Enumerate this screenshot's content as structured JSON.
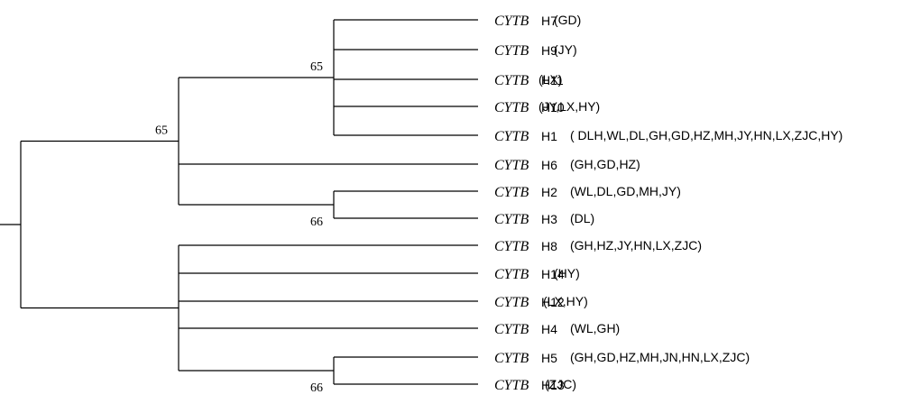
{
  "tree": {
    "leaves": [
      {
        "id": "H7",
        "gene": "CYTB",
        "hap": "H7",
        "pops": "(GD)"
      },
      {
        "id": "H9",
        "gene": "CYTB",
        "hap": "H9",
        "pops": "(JY)"
      },
      {
        "id": "H11",
        "gene": "CYTB",
        "hap": "H11",
        "pops": "(LX)"
      },
      {
        "id": "H10",
        "gene": "CYTB",
        "hap": "H10",
        "pops": "(JY,LX,HY)"
      },
      {
        "id": "H1",
        "gene": "CYTB",
        "hap": "H1",
        "pops": "( DLH,WL,DL,GH,GD,HZ,MH,JY,HN,LX,ZJC,HY)"
      },
      {
        "id": "H6",
        "gene": "CYTB",
        "hap": "H6",
        "pops": "(GH,GD,HZ)"
      },
      {
        "id": "H2",
        "gene": "CYTB",
        "hap": "H2",
        "pops": "(WL,DL,GD,MH,JY)"
      },
      {
        "id": "H3",
        "gene": "CYTB",
        "hap": "H3",
        "pops": "(DL)"
      },
      {
        "id": "H8",
        "gene": "CYTB",
        "hap": "H8",
        "pops": "(GH,HZ,JY,HN,LX,ZJC)"
      },
      {
        "id": "H14",
        "gene": "CYTB",
        "hap": "H14",
        "pops": "(HY)"
      },
      {
        "id": "H12",
        "gene": "CYTB",
        "hap": "H12",
        "pops": "(LX,HY)"
      },
      {
        "id": "H4",
        "gene": "CYTB",
        "hap": "H4",
        "pops": "(WL,GH)"
      },
      {
        "id": "H5",
        "gene": "CYTB",
        "hap": "H5",
        "pops": "(GH,GD,HZ,MH,JN,HN,LX,ZJC)"
      },
      {
        "id": "H13",
        "gene": "CYTB",
        "hap": "H13",
        "pops": "(ZJC)"
      }
    ],
    "root": {
      "children": [
        {
          "bootstrap": "65",
          "children": [
            {
              "bootstrap": "65",
              "children": [
                "H7",
                "H9",
                "H11",
                "H10",
                "H1"
              ]
            },
            "H6",
            {
              "bootstrap": "66",
              "children": [
                "H2",
                "H3"
              ]
            }
          ]
        },
        {
          "children": [
            "H8",
            "H14",
            "H12",
            "H4",
            {
              "bootstrap": "66",
              "children": [
                "H5",
                "H13"
              ]
            }
          ]
        }
      ]
    }
  }
}
